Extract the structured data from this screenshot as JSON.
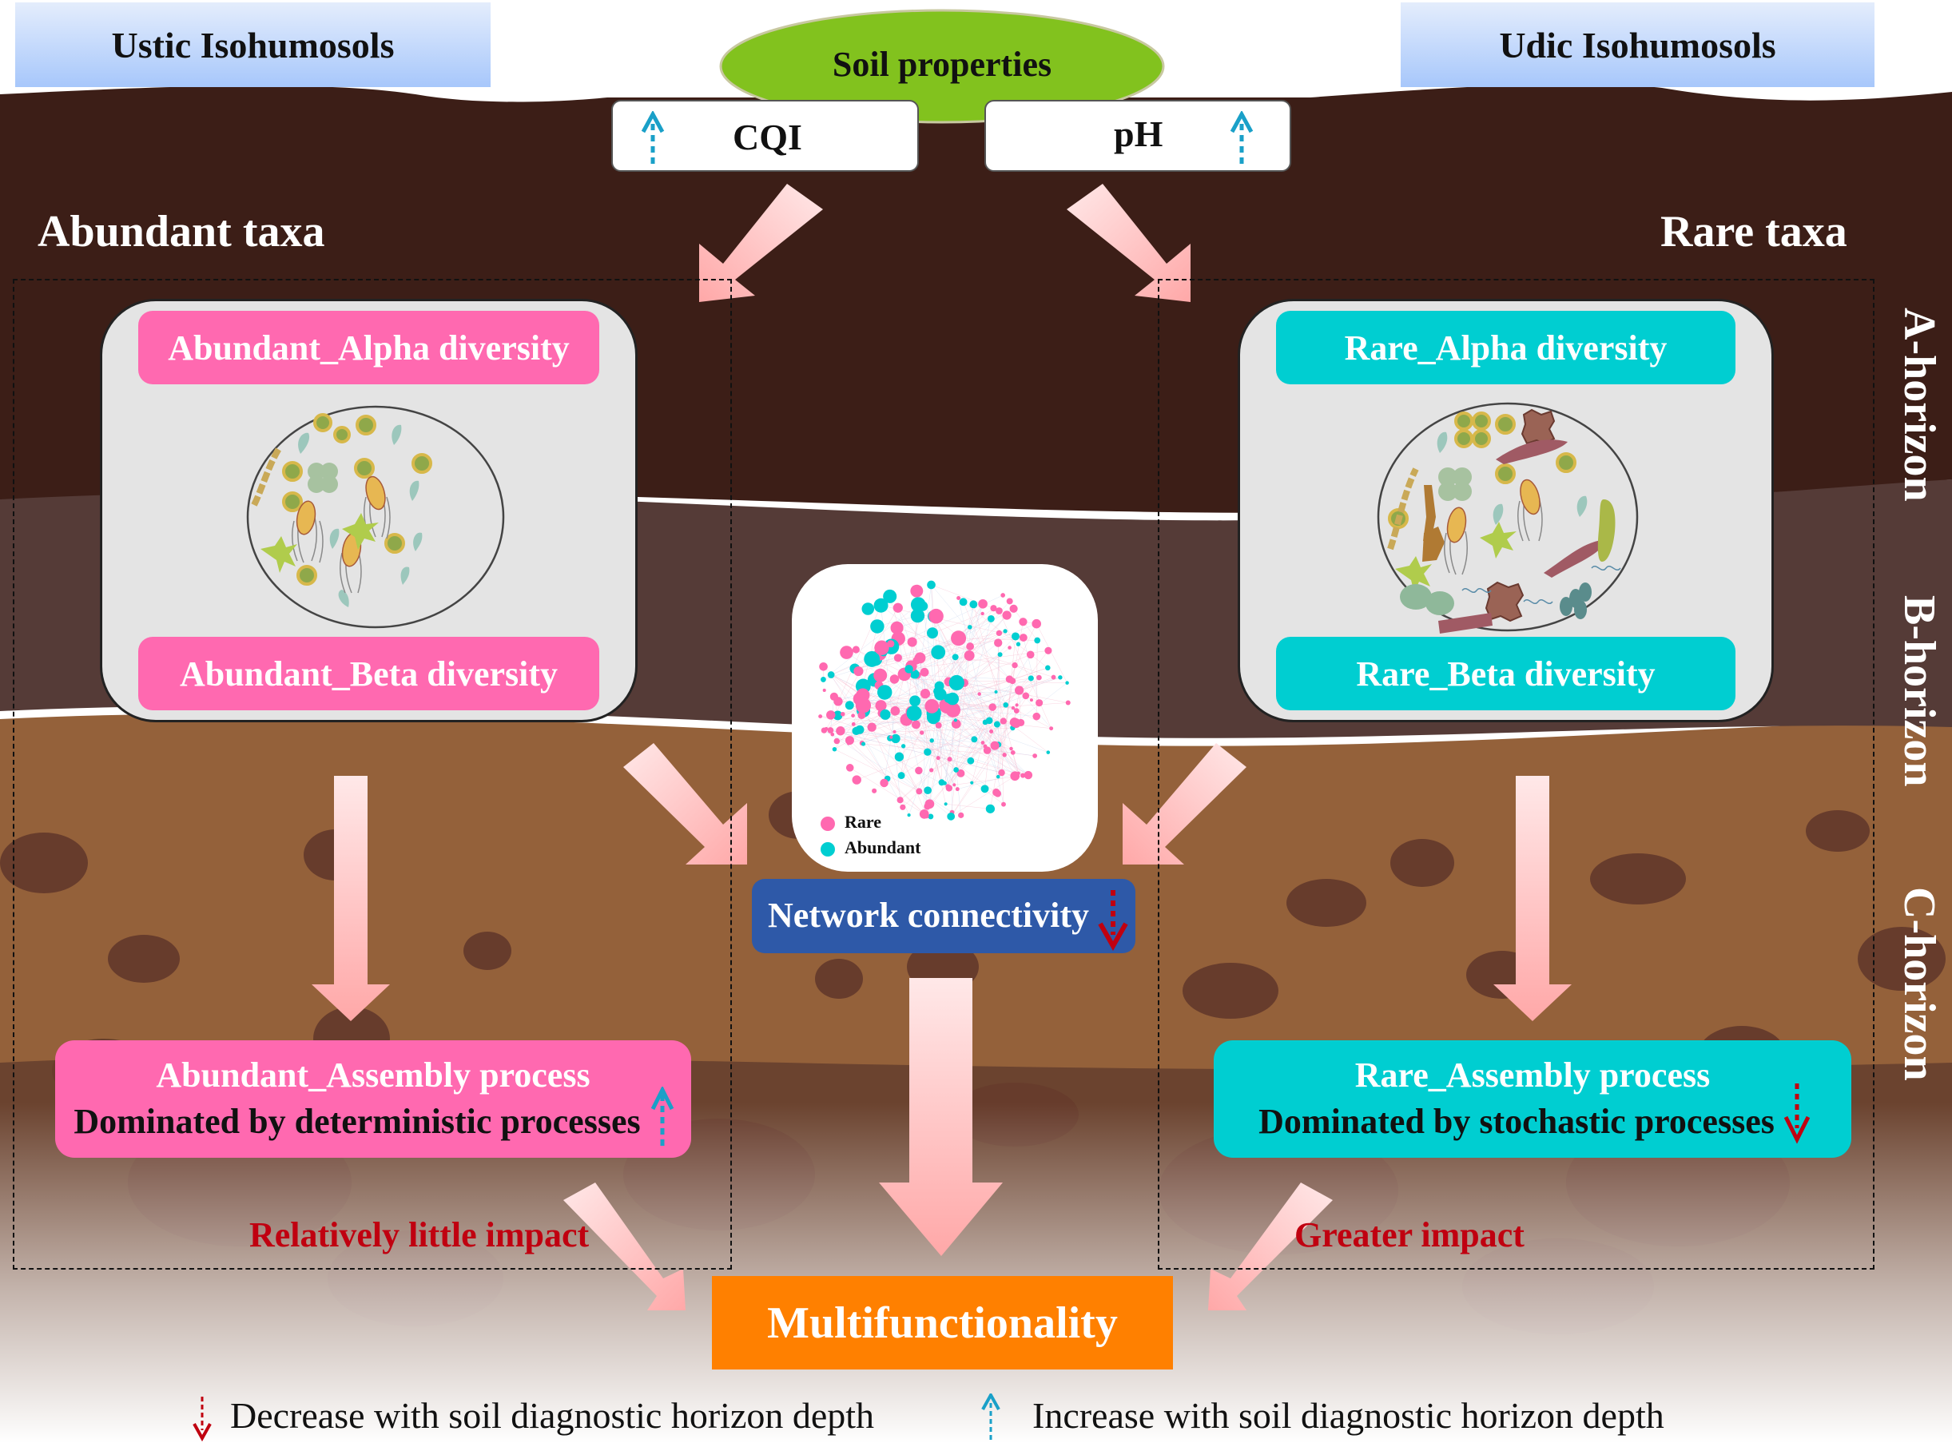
{
  "header": {
    "left_soil_type": "Ustic Isohumosols",
    "right_soil_type": "Udic Isohumosols",
    "soil_properties": "Soil properties",
    "properties": [
      {
        "label": "CQI",
        "trend": "increase"
      },
      {
        "label": "pH",
        "trend": "increase"
      }
    ]
  },
  "abundant": {
    "title": "Abundant taxa",
    "alpha": "Abundant_Alpha diversity",
    "beta": "Abundant_Beta diversity",
    "assembly_title": "Abundant_Assembly process",
    "assembly_desc": "Dominated by deterministic processes",
    "assembly_trend": "increase",
    "impact": "Relatively little impact",
    "color": "#ff69b0"
  },
  "rare": {
    "title": "Rare taxa",
    "alpha": "Rare_Alpha diversity",
    "beta": "Rare_Beta diversity",
    "assembly_title": "Rare_Assembly process",
    "assembly_desc": "Dominated by stochastic processes",
    "assembly_trend": "decrease",
    "impact": "Greater impact",
    "color": "#00ced1"
  },
  "network": {
    "legend": [
      {
        "label": "Rare",
        "color": "#ff69b0"
      },
      {
        "label": "Abundant",
        "color": "#00ced1"
      }
    ],
    "connectivity_label": "Network connectivity",
    "connectivity_trend": "decrease"
  },
  "horizons": [
    "A-horizon",
    "B-horizon",
    "C-horizon"
  ],
  "outcome": "Multifunctionality",
  "legend": {
    "decrease": "Decrease with soil diagnostic horizon depth",
    "increase": "Increase with soil diagnostic horizon depth"
  },
  "colors": {
    "increase_arrow": "#1aa0c8",
    "decrease_arrow": "#c00010",
    "a_horizon": "#3c1e17",
    "b_horizon": "#553b37",
    "c_horizon": "#94613a",
    "stone": "#673c2c",
    "flow_arrow": "#ffaaaa"
  }
}
